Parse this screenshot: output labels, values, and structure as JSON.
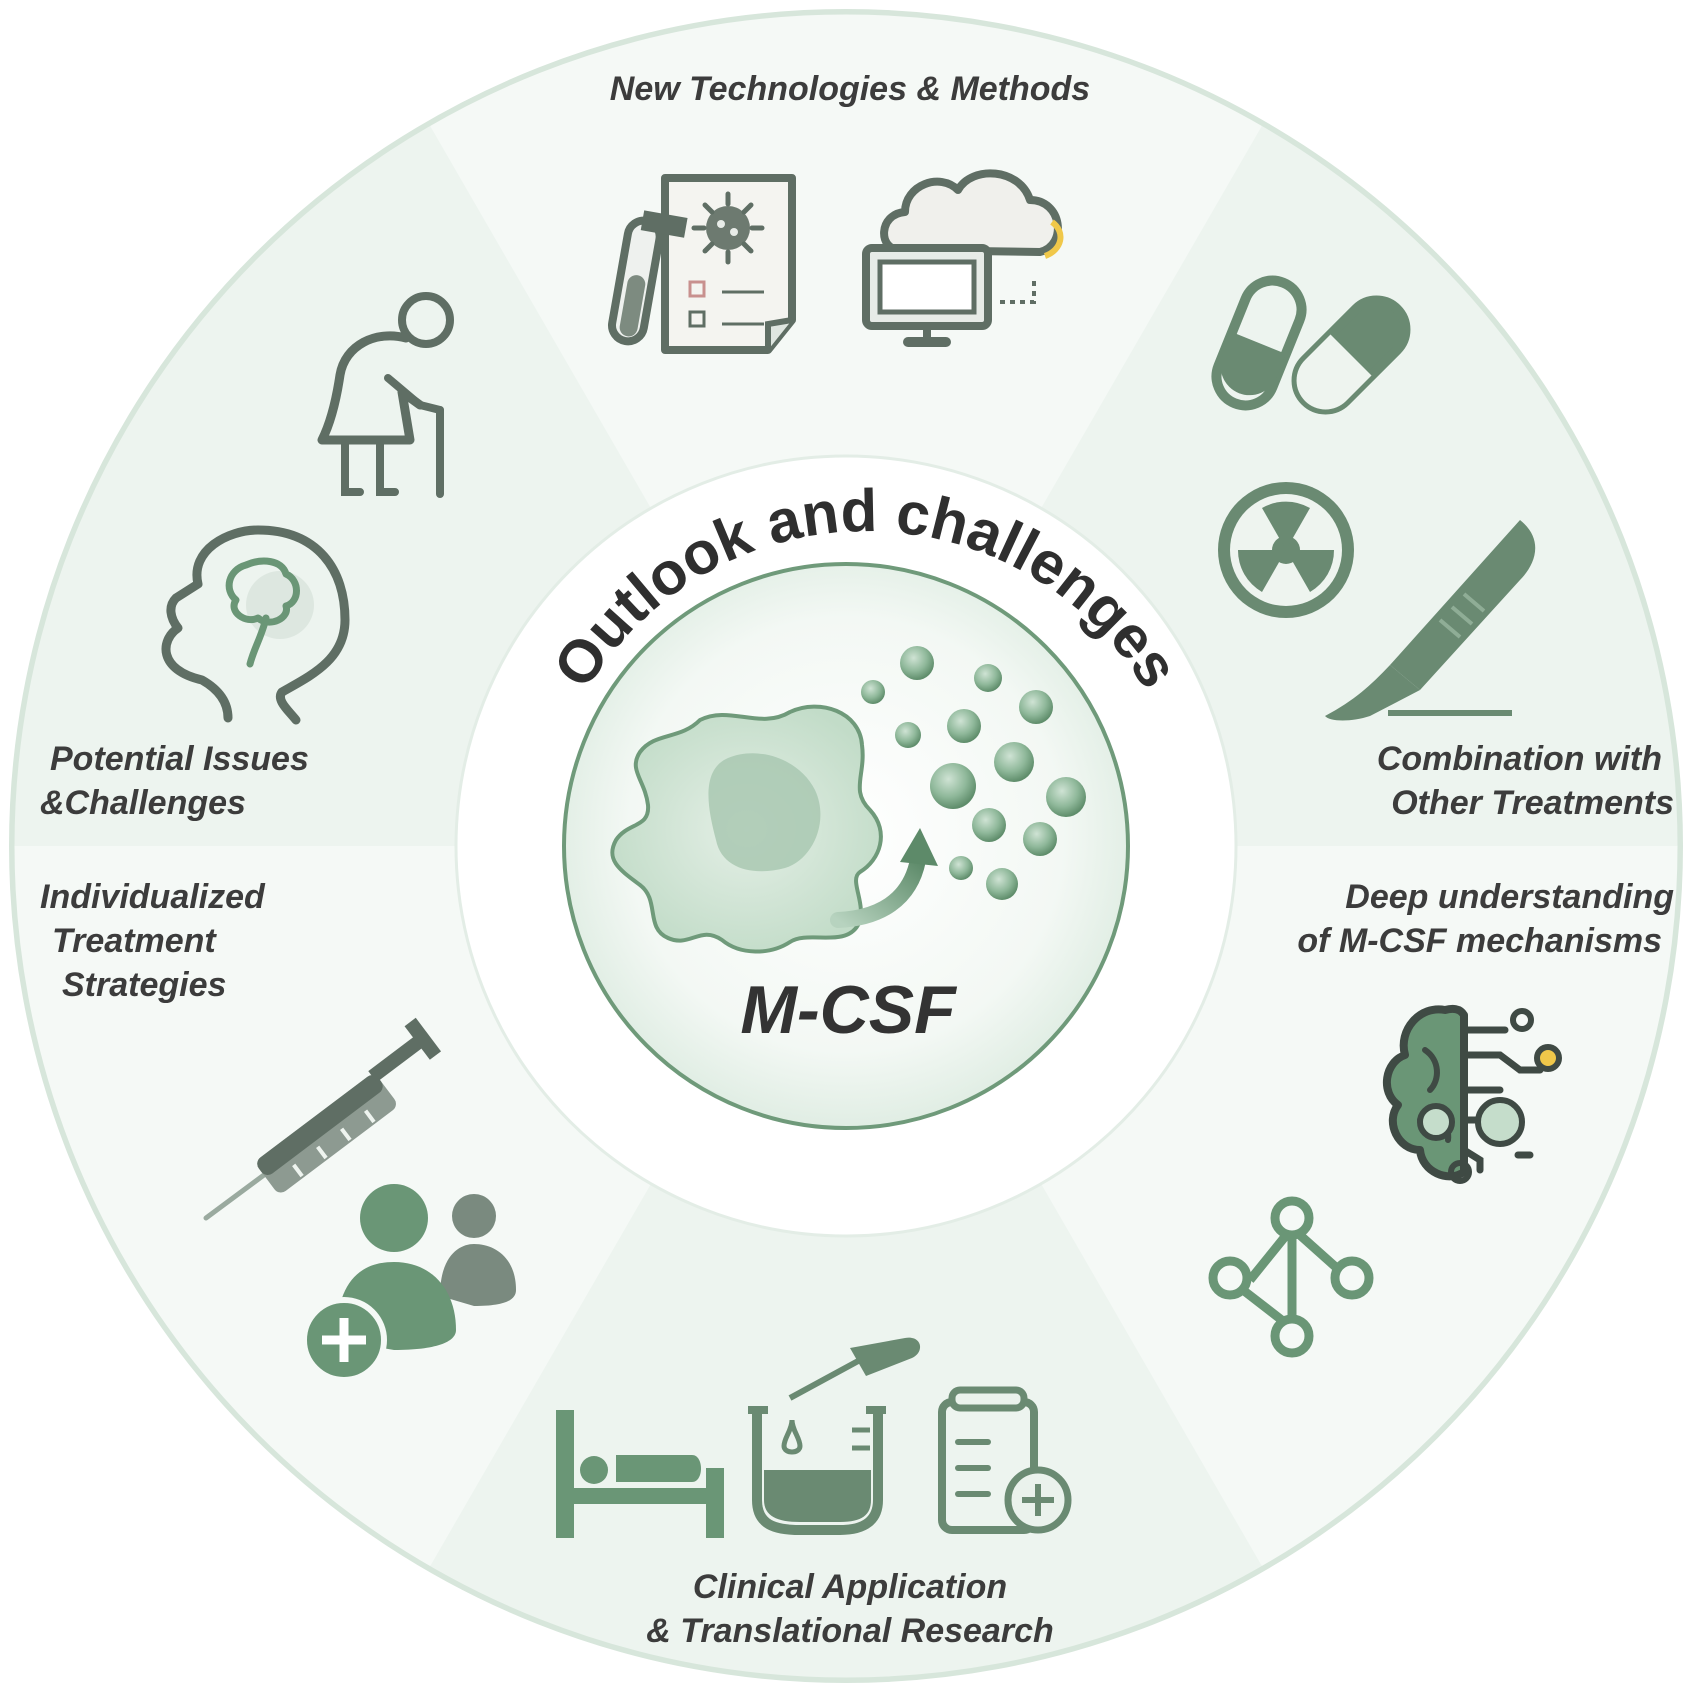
{
  "title": "Outlook and challenges",
  "center": {
    "label": "M-CSF"
  },
  "segments": {
    "top": {
      "lines": [
        "New Technologies & Methods"
      ]
    },
    "upper_right": {
      "lines": [
        "Combination with",
        "Other Treatments"
      ]
    },
    "lower_right": {
      "lines": [
        "Deep understanding",
        "of M-CSF mechanisms"
      ]
    },
    "bottom": {
      "lines": [
        "Clinical Application",
        "& Translational Research"
      ]
    },
    "lower_left": {
      "lines": [
        "Individualized",
        "Treatment",
        "Strategies"
      ]
    },
    "upper_left": {
      "lines": [
        "Potential Issues",
        "&Challenges"
      ]
    }
  },
  "colors": {
    "ring_light": "#f4f8f5",
    "ring_mid": "#eaf2ec",
    "ring_border": "#d7e6db",
    "icon_dark": "#5f6e64",
    "icon_green": "#6a9676",
    "icon_green_dark": "#5d8a69",
    "accent_yellow": "#f0c84a",
    "text": "#3c3c3c"
  },
  "icons": [
    "test-report-icon",
    "cloud-computer-icon",
    "capsules-icon",
    "radiation-icon",
    "scalpel-icon",
    "brain-circuit-icon",
    "network-nodes-icon",
    "hospital-bed-icon",
    "beaker-dropper-icon",
    "medical-record-icon",
    "syringe-icon",
    "patient-group-icon",
    "elderly-person-icon",
    "head-brain-icon",
    "macrophage-icon"
  ]
}
